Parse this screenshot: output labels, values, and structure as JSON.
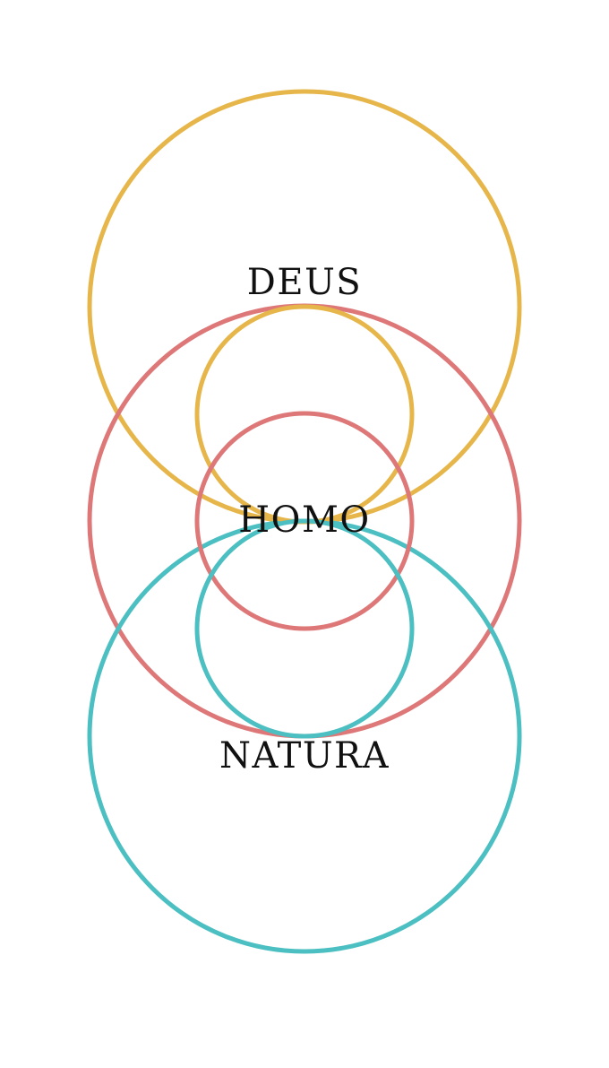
{
  "colors": {
    "deus": "#E6B64A",
    "homo": "#DE7878",
    "natura": "#4BBFC1",
    "text": "#111111",
    "background": "#FFFFFF"
  },
  "labels": {
    "deus": "DEUS",
    "homo": "HOMO",
    "natura": "NATURA"
  }
}
